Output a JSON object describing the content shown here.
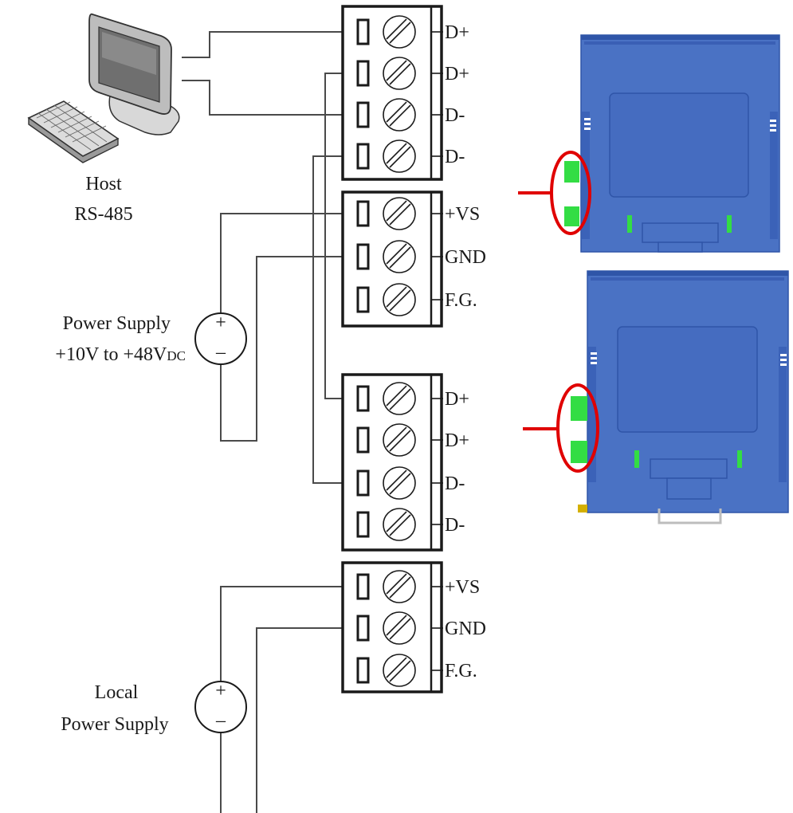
{
  "host": {
    "line1": "Host",
    "line2": "RS-485"
  },
  "power_supply": {
    "line1": "Power Supply",
    "line2_main": "+10V to +48V",
    "line2_sub": "DC"
  },
  "local_power_supply": {
    "line1": "Local",
    "line2": "Power Supply"
  },
  "source_symbol": {
    "plus": "+",
    "minus": "–"
  },
  "terminal_blocks": {
    "data_upper": [
      "D+",
      "D+",
      "D-",
      "D-"
    ],
    "power_upper": [
      "+VS",
      "GND",
      "F.G."
    ],
    "data_lower": [
      "D+",
      "D+",
      "D-",
      "D-"
    ],
    "power_lower": [
      "+VS",
      "GND",
      "F.G."
    ]
  },
  "colors": {
    "device_body": "#4a72c4",
    "device_edge": "#2f55a8",
    "connector_green": "#33dd44",
    "highlight_red": "#e00000",
    "wire": "#4a4a4a"
  },
  "icons": [
    "computer-icon",
    "keyboard-icon",
    "device-module-icon"
  ]
}
